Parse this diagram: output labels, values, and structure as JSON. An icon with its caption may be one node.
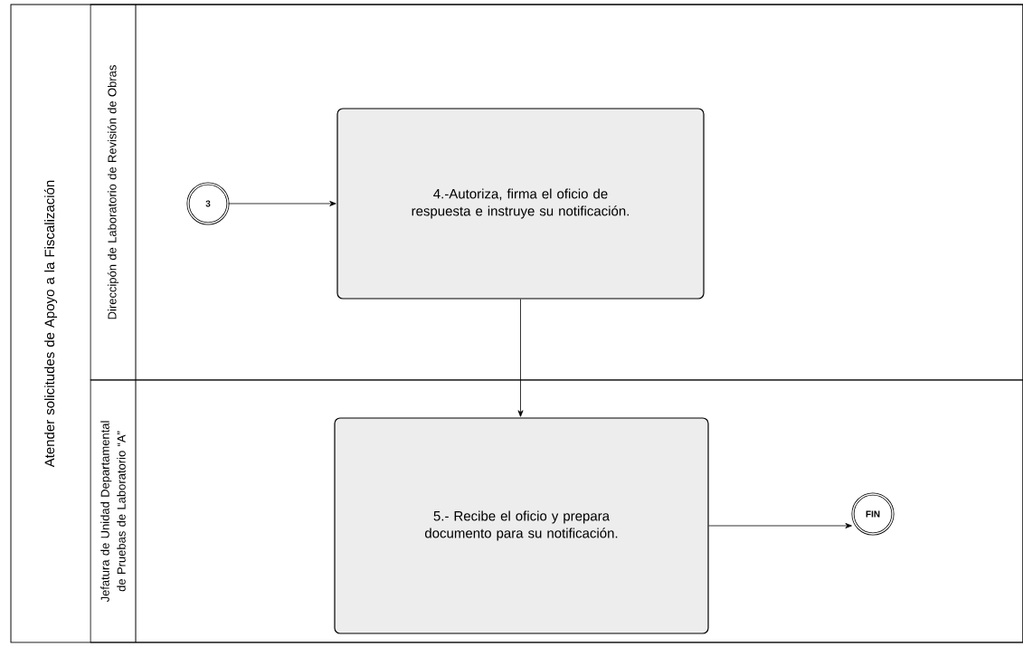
{
  "diagram": {
    "nodes": [
      {
        "text": [
          "Atender solicitudes de Apoyo a la Fiscalización"
        ]
      },
      {
        "text": [
          "Direccipón de Laboratorio de Revisión de Obras"
        ],
        "in": 0
      },
      {
        "text": [
          "Jefatura de Unidad Departamental de Pruebas de Laboratorio “A”"
        ],
        "in": 0
      },
      {
        "text": [
          "3"
        ],
        "in": 1
      },
      {
        "text": [
          "4.-Autoriza, firma el oficio de respuesta e instruye su notificación."
        ],
        "in": 1
      },
      {
        "text": [
          "5.- Recibe el oficio y prepara documento para su notificación."
        ],
        "in": 2
      },
      {
        "text": [
          "FIN"
        ],
        "in": 2
      }
    ],
    "edges": [
      {
        "from": 3,
        "to": 4,
        "arrow": "to"
      },
      {
        "from": 4,
        "to": 5,
        "arrow": "to"
      },
      {
        "from": 5,
        "to": 6,
        "arrow": "to"
      }
    ]
  }
}
